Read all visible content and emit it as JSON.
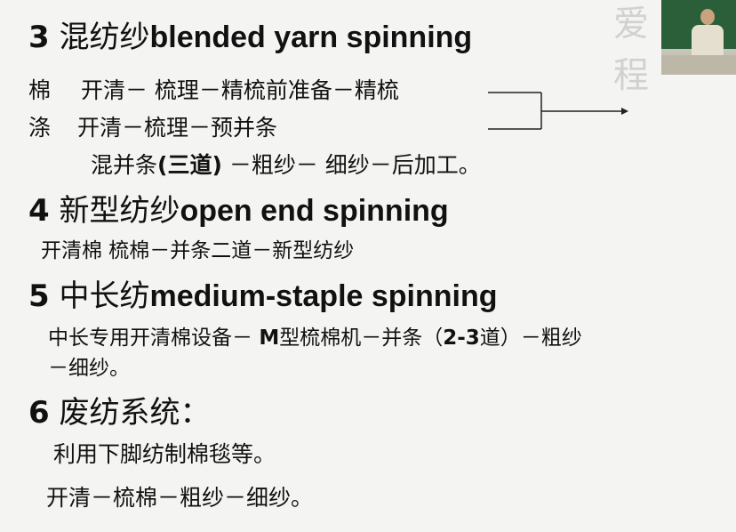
{
  "watermark": "爱 课 程",
  "s3": {
    "num": "3",
    "cn": "混纺纱",
    "en": "blended yarn spinning",
    "cotton_label": "棉",
    "cotton_flow": "开清－ 梳理－精梳前准备－精梳",
    "poly_label": "涤",
    "poly_flow": "开清－梳理－预并条",
    "mix_a": "混并条",
    "mix_b": "(三道)",
    "mix_c": " －粗纱－ 细纱－后加工。"
  },
  "s4": {
    "num": "4",
    "cn": "新型纺纱",
    "en": "open end spinning",
    "flow": "开清棉 梳棉－并条二道－新型纺纱"
  },
  "s5": {
    "num": "5",
    "cn": "中长纺",
    "en": "medium-staple spinning",
    "flow_a": "中长专用开清棉设备－ ",
    "flow_b": "M",
    "flow_c": "型梳棉机－并条（",
    "flow_d": "2-3",
    "flow_e": "道）－粗纱",
    "flow_line2": "－细纱。"
  },
  "s6": {
    "num": "6",
    "cn": "废纺系统：",
    "line1": "利用下脚纺制棉毯等。",
    "line2": "开清－梳棉－粗纱－细纱。"
  }
}
